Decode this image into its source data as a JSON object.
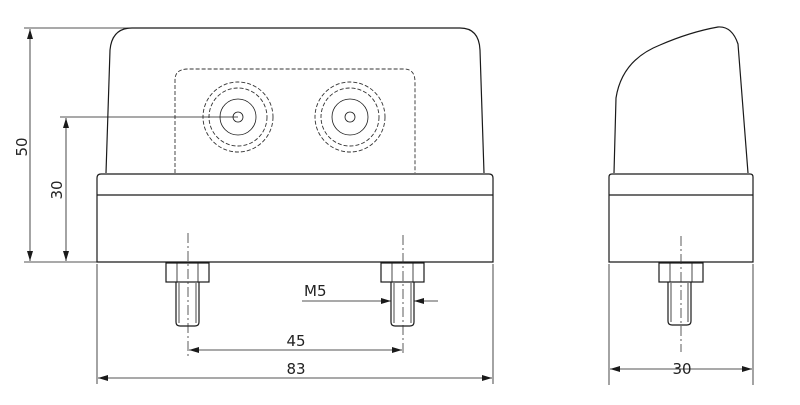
{
  "drawing": {
    "front_view": {
      "dim_total_height": "50",
      "dim_lamp_center_height": "30",
      "dim_stud_spacing": "45",
      "dim_total_width": "83",
      "thread_label": "M5"
    },
    "side_view": {
      "dim_depth": "30"
    }
  }
}
